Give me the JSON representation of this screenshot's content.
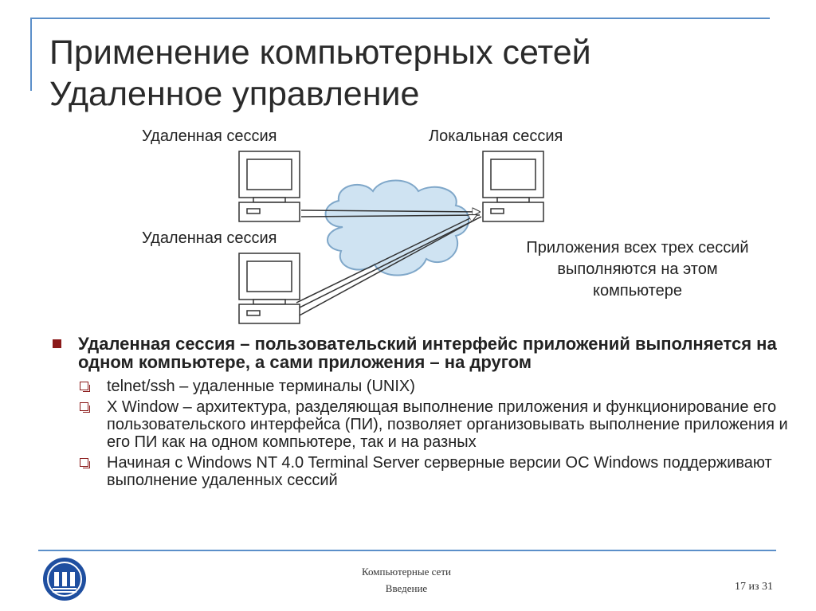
{
  "header": {
    "title_line1": "Применение компьютерных сетей",
    "title_line2": "Удаленное управление"
  },
  "diagram": {
    "label_remote_top": "Удаленная сессия",
    "label_local": "Локальная сессия",
    "label_remote_bottom": "Удаленная сессия",
    "note": "Приложения всех трех сессий выполняются на этом компьютере"
  },
  "bullets": {
    "main": "Удаленная сессия – пользовательский интерфейс приложений выполняется на одном компьютере, а сами приложения – на другом",
    "sub": [
      "telnet/ssh – удаленные терминалы (UNIX)",
      "X Window – архитектура, разделяющая выполнение приложения и функционирование его пользовательского интерфейса (ПИ), позволяет организовывать выполнение приложения и его ПИ как на одном компьютере, так и на разных",
      "Начиная с Windows NT 4.0 Terminal Server серверные версии ОС Windows поддерживают выполнение удаленных сессий"
    ]
  },
  "footer": {
    "course": "Компьютерные сети",
    "section": "Введение",
    "page": "17 из 31"
  },
  "colors": {
    "accent_line": "#5b8fc9",
    "bullet_marker": "#8b1a1a",
    "cloud_fill": "#cfe3f2",
    "logo_blue": "#1f4fa0"
  }
}
